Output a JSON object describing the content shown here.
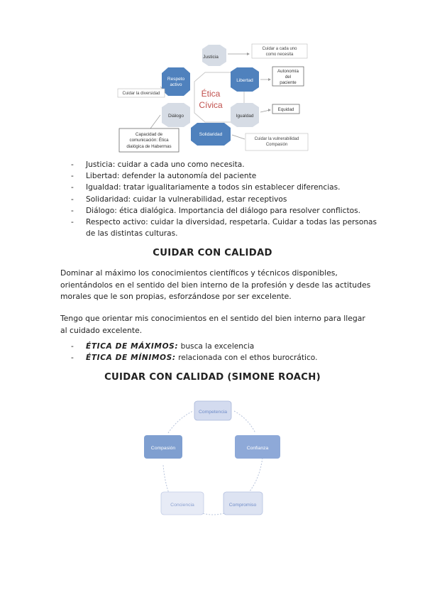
{
  "diagram1": {
    "center": [
      "Ética",
      "Cívica"
    ],
    "hexes": {
      "justicia": "Justicia",
      "libertad": "Libertad",
      "igualdad": "Igualdad",
      "solidaridad": "Solidaridad",
      "dialogo": "Diálogo",
      "respeto": [
        "Respeto",
        "activo"
      ]
    },
    "notes": {
      "justicia": [
        "Cuidar a cada uno",
        "como necesita"
      ],
      "libertad": [
        "Autonomía",
        "del",
        "paciente"
      ],
      "igualdad": "Equidad",
      "solidaridad": [
        "Cuidar la vulnerabilidad",
        "Compasión"
      ],
      "dialogo": [
        "Capacidad de",
        "comunicación: Ética",
        "dialógica de Habermas"
      ],
      "respeto": "Cuidar la diversidad"
    }
  },
  "list1": [
    "Justicia: cuidar a cada uno como necesita.",
    "Libertad: defender la autonomía del paciente",
    "Igualdad: tratar igualitariamente a todos sin establecer diferencias.",
    "Solidaridad: cuidar la vulnerabilidad, estar receptivos",
    "Diálogo: ética dialógica. Importancia del diálogo para resolver conflictos.",
    "Respecto activo: cuidar la diversidad, respetarla. Cuidar a todas las personas de las distintas culturas."
  ],
  "section1": {
    "title": "CUIDAR CON CALIDAD",
    "paragraph1": "Dominar al máximo los conocimientos científicos y técnicos disponibles, orientándolos en el sentido del bien interno de la profesión y desde las actitudes morales que le son propias, esforzándose por ser excelente.",
    "paragraph2": "Tengo que orientar mis conocimientos en el sentido del bien interno para llegar al cuidado excelente.",
    "list": [
      {
        "term": "ÉTICA DE MÁXIMOS:",
        "text": " busca la excelencia"
      },
      {
        "term": "ÉTICA DE MÍNIMOS:",
        "text": " relacionada con el ethos burocrático."
      }
    ]
  },
  "section2": {
    "title": "CUIDAR CON CALIDAD (SIMONE ROACH)",
    "cycle": {
      "competencia": "Competencia",
      "confianza": "Confianza",
      "compromiso": "Compromiso",
      "conciencia": "Conciencia",
      "compasion": "Compasión"
    }
  },
  "colors": {
    "hex_blue": "#4f81bd",
    "hex_light": "#d6dce5",
    "center_text": "#c0504d",
    "cycle_light": "#b4c2e0",
    "cycle_dark": "#7f9fd0"
  }
}
